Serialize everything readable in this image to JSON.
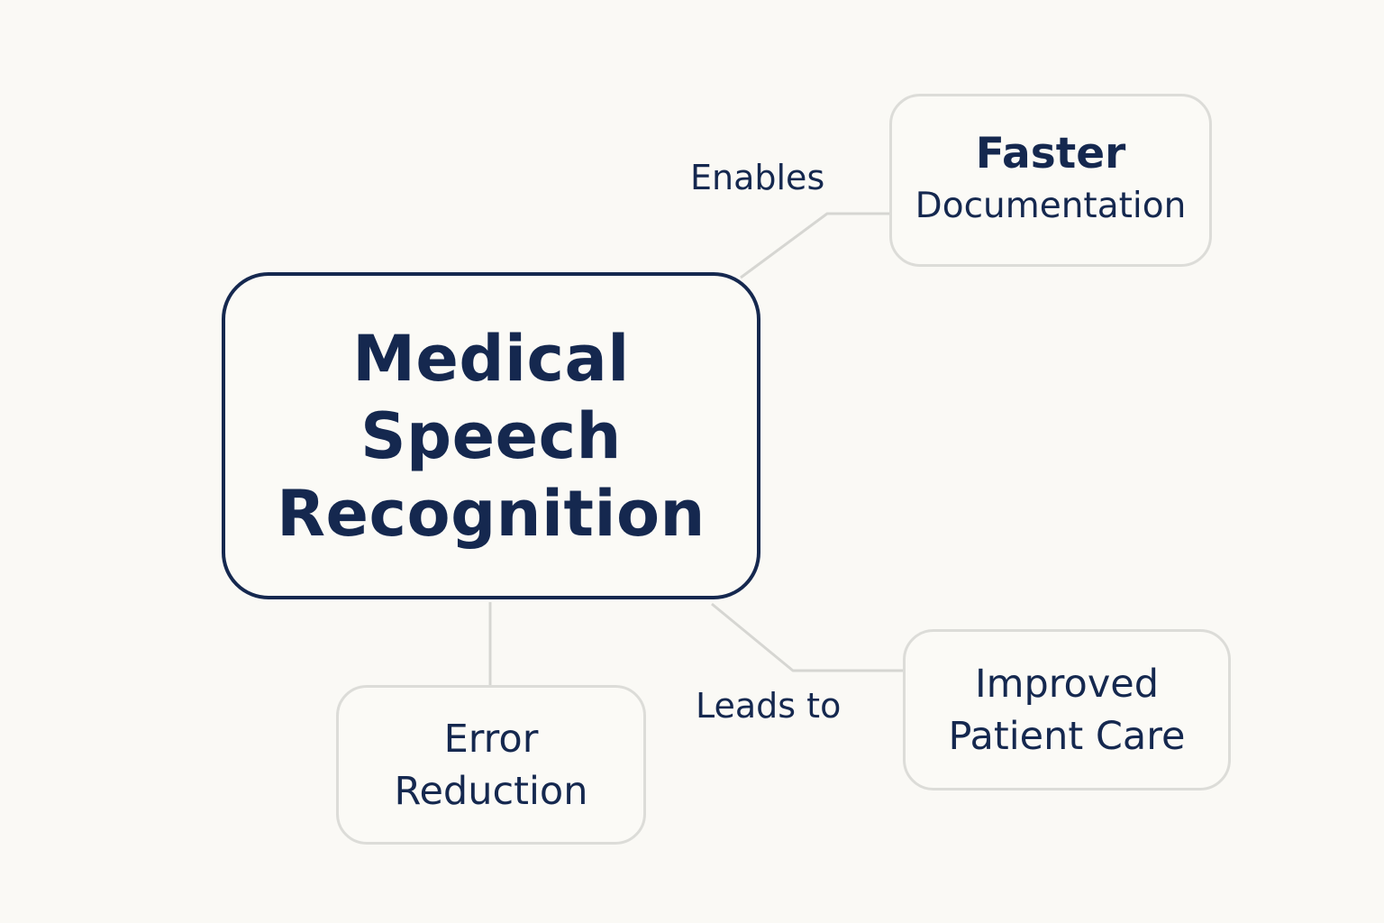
{
  "diagram": {
    "center_node": {
      "lines": [
        "Medical",
        "Speech",
        "Recognition"
      ]
    },
    "nodes": {
      "faster_documentation": {
        "lines": [
          "Faster",
          "Documentation"
        ]
      },
      "error_reduction": {
        "lines": [
          "Error",
          "Reduction"
        ]
      },
      "improved_patient_care": {
        "lines": [
          "Improved",
          "Patient Care"
        ]
      }
    },
    "edges": [
      {
        "from": "center_node",
        "to": "faster_documentation",
        "label": "Enables"
      },
      {
        "from": "center_node",
        "to": "error_reduction",
        "label": ""
      },
      {
        "from": "center_node",
        "to": "improved_patient_care",
        "label": "Leads to"
      }
    ]
  },
  "colors": {
    "background": "#faf9f5",
    "text": "#15284f",
    "center_border": "#15284f",
    "node_border": "#dcdcd8",
    "connector": "#d6d6d2"
  }
}
